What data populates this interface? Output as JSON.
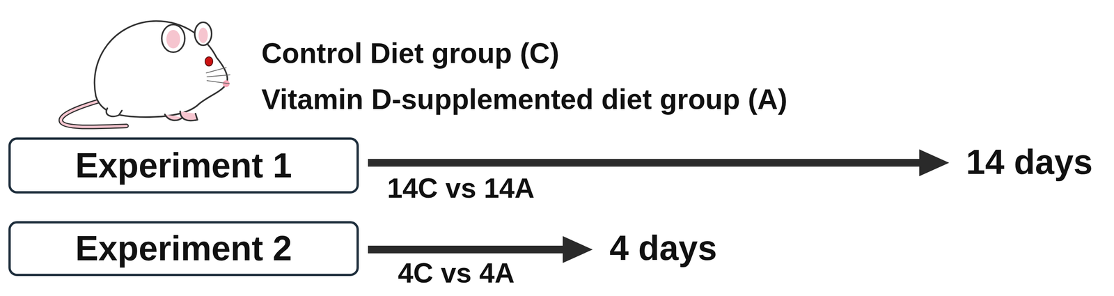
{
  "diagram": {
    "nodes": [
      {
        "text": [
          "Experiment 1"
        ]
      },
      {
        "text": [
          "Experiment 2"
        ]
      }
    ],
    "labels": [
      "Control Diet group (C)",
      "Vitamin D-supplemented diet group (A)",
      "14C vs 14A",
      "14 days",
      "4C vs 4A",
      "4 days"
    ]
  }
}
